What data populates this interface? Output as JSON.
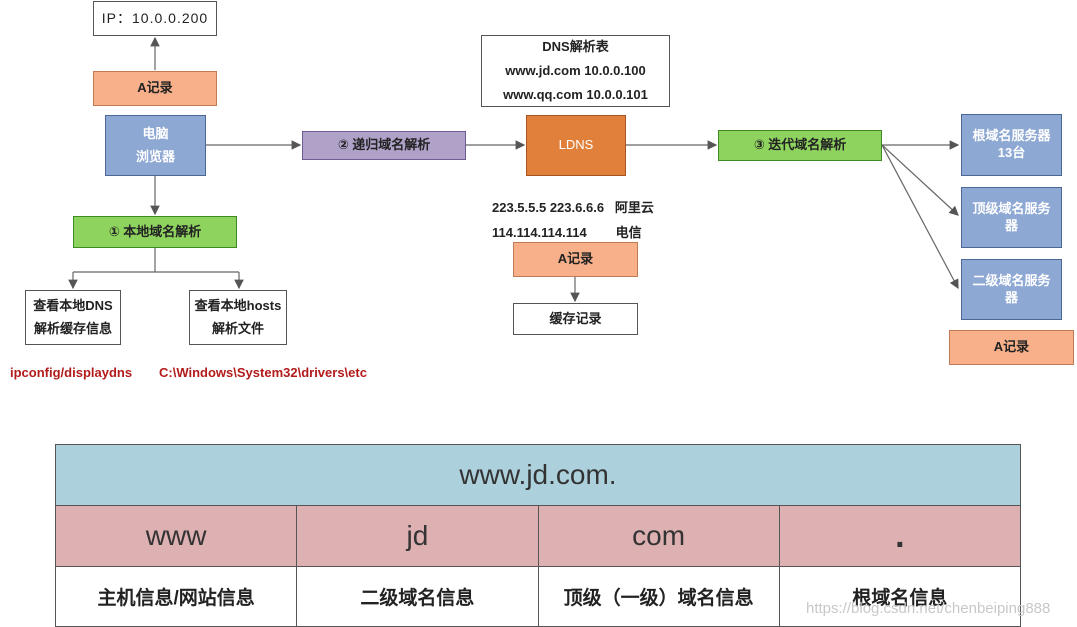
{
  "diagram": {
    "ip_box": "IP：10.0.0.200",
    "a_record_top": "A记录",
    "computer": [
      "电脑",
      "浏览器"
    ],
    "step1": "① 本地域名解析",
    "local_dns_cache": [
      "查看本地DNS",
      "解析缓存信息"
    ],
    "local_hosts": [
      "查看本地hosts",
      "解析文件"
    ],
    "cmd_ipconfig": "ipconfig/displaydns",
    "hosts_path": "C:\\Windows\\System32\\drivers\\etc",
    "step2": "② 递归域名解析",
    "dns_table": [
      "DNS解析表",
      "www.jd.com 10.0.0.100",
      "www.qq.com 10.0.0.101"
    ],
    "ldns": "LDNS",
    "dns_ali": "223.5.5.5 223.6.6.6   阿里云",
    "dns_telecom": "114.114.114.114        电信",
    "a_record_mid": "A记录",
    "cache_record": "缓存记录",
    "step3": "③ 迭代域名解析",
    "root_servers": [
      "根域名服务器",
      "13台"
    ],
    "tld_servers": "顶级域名服务器",
    "second_level_servers": "二级域名服务器",
    "a_record_right": "A记录"
  },
  "domain_table": {
    "full": "www.jd.com.",
    "parts": [
      "www",
      "jd",
      "com",
      "."
    ],
    "descriptions": [
      "主机信息/网站信息",
      "二级域名信息",
      "顶级（一级）域名信息",
      "根域名信息"
    ]
  },
  "watermark": "https://blog.csdn.net/chenbeiping888",
  "colors": {
    "blue_box": "#8ea8d4",
    "green_box": "#8fd35f",
    "purple_box": "#b0a1c9",
    "orange_box": "#f7b08a",
    "ldns_box": "#e0803a",
    "table_header": "#acd1dc",
    "table_parts": "#ddb0b2",
    "red_text": "#b21b1b"
  }
}
